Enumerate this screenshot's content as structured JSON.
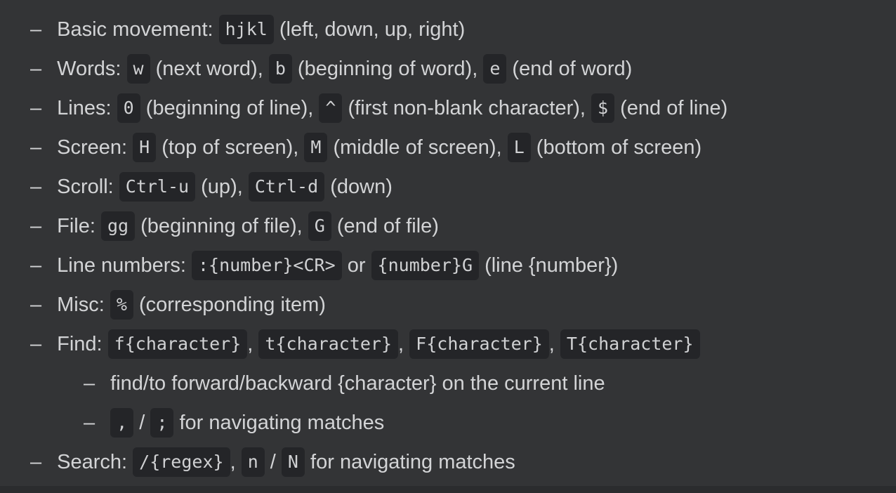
{
  "theme": {
    "background": "#333436",
    "text_color": "#d3d4d6",
    "code_background": "#242528",
    "code_text_color": "#d0d1d3",
    "bottom_strip_color": "#2b2c2e"
  },
  "list": {
    "bullet_glyph": "–",
    "items": [
      {
        "level": 0,
        "segments": [
          {
            "type": "text",
            "value": "Basic movement: "
          },
          {
            "type": "code",
            "value": "hjkl"
          },
          {
            "type": "text",
            "value": " (left, down, up, right)"
          }
        ]
      },
      {
        "level": 0,
        "segments": [
          {
            "type": "text",
            "value": "Words: "
          },
          {
            "type": "code",
            "value": "w"
          },
          {
            "type": "text",
            "value": " (next word), "
          },
          {
            "type": "code",
            "value": "b"
          },
          {
            "type": "text",
            "value": " (beginning of word), "
          },
          {
            "type": "code",
            "value": "e"
          },
          {
            "type": "text",
            "value": " (end of word)"
          }
        ]
      },
      {
        "level": 0,
        "segments": [
          {
            "type": "text",
            "value": "Lines: "
          },
          {
            "type": "code",
            "value": "0"
          },
          {
            "type": "text",
            "value": " (beginning of line), "
          },
          {
            "type": "code",
            "value": "^"
          },
          {
            "type": "text",
            "value": " (first non-blank character), "
          },
          {
            "type": "code",
            "value": "$"
          },
          {
            "type": "text",
            "value": " (end of line)"
          }
        ]
      },
      {
        "level": 0,
        "segments": [
          {
            "type": "text",
            "value": "Screen: "
          },
          {
            "type": "code",
            "value": "H"
          },
          {
            "type": "text",
            "value": " (top of screen), "
          },
          {
            "type": "code",
            "value": "M"
          },
          {
            "type": "text",
            "value": " (middle of screen), "
          },
          {
            "type": "code",
            "value": "L"
          },
          {
            "type": "text",
            "value": " (bottom of screen)"
          }
        ]
      },
      {
        "level": 0,
        "segments": [
          {
            "type": "text",
            "value": "Scroll: "
          },
          {
            "type": "code",
            "value": "Ctrl-u"
          },
          {
            "type": "text",
            "value": " (up), "
          },
          {
            "type": "code",
            "value": "Ctrl-d"
          },
          {
            "type": "text",
            "value": " (down)"
          }
        ]
      },
      {
        "level": 0,
        "segments": [
          {
            "type": "text",
            "value": "File: "
          },
          {
            "type": "code",
            "value": "gg"
          },
          {
            "type": "text",
            "value": " (beginning of file), "
          },
          {
            "type": "code",
            "value": "G"
          },
          {
            "type": "text",
            "value": " (end of file)"
          }
        ]
      },
      {
        "level": 0,
        "segments": [
          {
            "type": "text",
            "value": "Line numbers: "
          },
          {
            "type": "code",
            "value": ":{number}<CR>"
          },
          {
            "type": "text",
            "value": " or "
          },
          {
            "type": "code",
            "value": "{number}G"
          },
          {
            "type": "text",
            "value": " (line {number})"
          }
        ]
      },
      {
        "level": 0,
        "segments": [
          {
            "type": "text",
            "value": "Misc: "
          },
          {
            "type": "code",
            "value": "%"
          },
          {
            "type": "text",
            "value": " (corresponding item)"
          }
        ]
      },
      {
        "level": 0,
        "segments": [
          {
            "type": "text",
            "value": "Find: "
          },
          {
            "type": "code",
            "value": "f{character}"
          },
          {
            "type": "text",
            "value": ", "
          },
          {
            "type": "code",
            "value": "t{character}"
          },
          {
            "type": "text",
            "value": ", "
          },
          {
            "type": "code",
            "value": "F{character}"
          },
          {
            "type": "text",
            "value": ", "
          },
          {
            "type": "code",
            "value": "T{character}"
          }
        ]
      },
      {
        "level": 1,
        "segments": [
          {
            "type": "text",
            "value": "find/to forward/backward {character} on the current line"
          }
        ]
      },
      {
        "level": 1,
        "segments": [
          {
            "type": "code",
            "value": ","
          },
          {
            "type": "text",
            "value": " / "
          },
          {
            "type": "code",
            "value": ";"
          },
          {
            "type": "text",
            "value": " for navigating matches"
          }
        ]
      },
      {
        "level": 0,
        "segments": [
          {
            "type": "text",
            "value": "Search: "
          },
          {
            "type": "code",
            "value": "/{regex}"
          },
          {
            "type": "text",
            "value": ", "
          },
          {
            "type": "code",
            "value": "n"
          },
          {
            "type": "text",
            "value": " / "
          },
          {
            "type": "code",
            "value": "N"
          },
          {
            "type": "text",
            "value": " for navigating matches"
          }
        ]
      }
    ]
  }
}
